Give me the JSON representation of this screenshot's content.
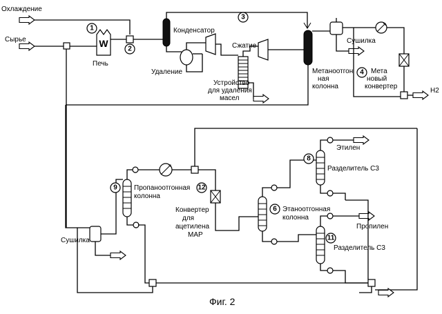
{
  "labels": {
    "cooling": "Охлаждение",
    "feed": "Сырье",
    "furnace": "Печь",
    "furnace_symbol": "W",
    "condenser": "Конденсатор",
    "compression": "Сжатие",
    "removal": "Удаление",
    "oil_device_1": "Устройство",
    "oil_device_2": "для удаления",
    "oil_device_3": "масел",
    "demethanizer_1": "Метаноотгон",
    "demethanizer_2": "ная",
    "demethanizer_3": "колонна",
    "dryer_top": "Сушилка",
    "methane_conv_1": "Мета",
    "methane_conv_2": "новый",
    "methane_conv_3": "конвертер",
    "h2": "H2",
    "ethylene": "Этилен",
    "splitter_c3_top": "Разделитель С3",
    "depropanizer_1": "Пропаноотгонная",
    "depropanizer_2": "колонна",
    "converter_1": "Конвертер",
    "converter_2": "для",
    "converter_3": "ацетилена",
    "converter_4": "МАР",
    "deethanizer_1": "Этаноотгонная",
    "deethanizer_2": "колонна",
    "propylene": "Пропилен",
    "splitter_c3_bottom": "Разделитель С3",
    "dryer_bottom": "Сушилка",
    "figure_caption": "Фиг. 2"
  },
  "markers": {
    "m1": "1",
    "m2": "2",
    "m3": "3",
    "m4": "4",
    "m6": "6",
    "m8": "8",
    "m9": "9",
    "m11": "11",
    "m12": "12"
  }
}
